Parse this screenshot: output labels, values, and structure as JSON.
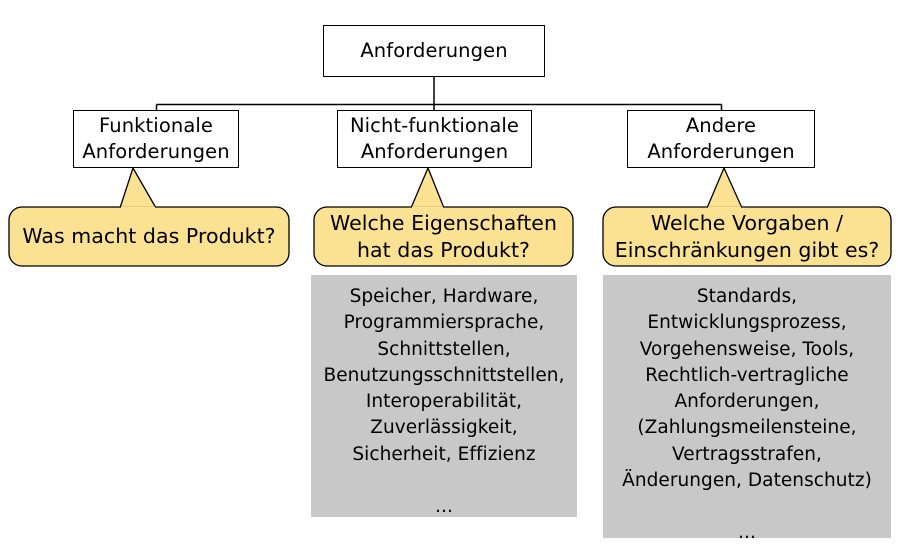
{
  "diagram": {
    "title": "Anforderungen Klassifikation",
    "colors": {
      "callout_fill": "#fbe293",
      "callout_stroke": "#000000",
      "panel_fill": "#c8c8c8",
      "box_fill": "#ffffff",
      "box_stroke": "#000000",
      "text": "#000000"
    },
    "nodes": {
      "root": {
        "label": "Anforderungen"
      },
      "functional": {
        "label": "Funktionale\nAnforderungen"
      },
      "nonfunctional": {
        "label": "Nicht-funktionale\nAnforderungen"
      },
      "other": {
        "label": "Andere\nAnforderungen"
      }
    },
    "callouts": {
      "functional": {
        "text": "Was macht das Produkt?"
      },
      "nonfunctional": {
        "text": "Welche Eigenschaften\nhat das Produkt?"
      },
      "other": {
        "text": "Welche Vorgaben /\nEinschränkungen gibt es?"
      }
    },
    "panels": {
      "nonfunctional": {
        "text": "Speicher, Hardware,\nProgrammiersprache,\nSchnittstellen,\nBenutzungsschnittstellen,\nInteroperabilität,\nZuverlässigkeit,\nSicherheit, Effizienz\n\n..."
      },
      "other": {
        "text": "Standards,\nEntwicklungsprozess,\nVorgehensweise, Tools,\nRechtlich-vertragliche\nAnforderungen,\n(Zahlungsmeilensteine,\nVertragsstrafen,\nÄnderungen, Datenschutz)\n\n..."
      }
    }
  }
}
